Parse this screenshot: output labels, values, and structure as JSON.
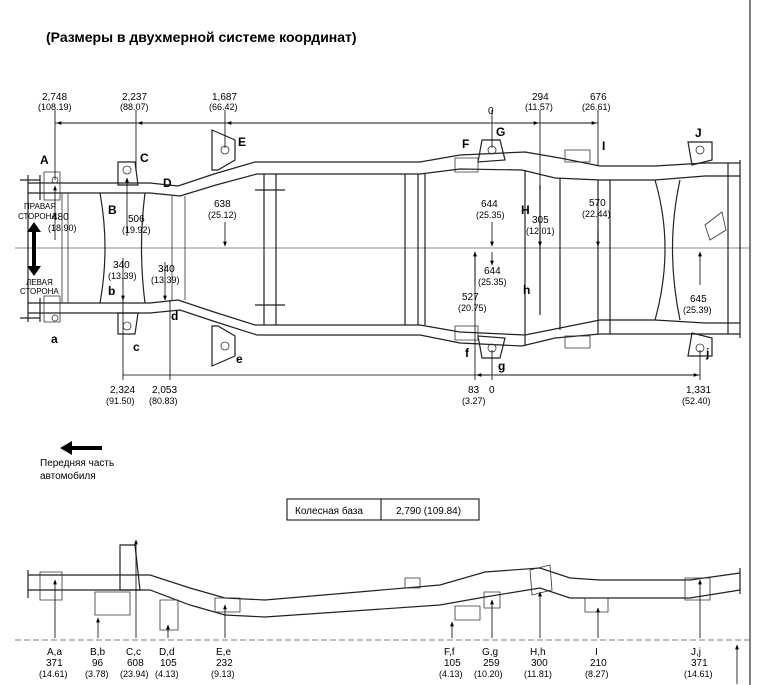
{
  "title": "(Размеры в двухмерной системе координат)",
  "side_labels": {
    "right_side": [
      "ПРАВАЯ",
      "СТОРОНА"
    ],
    "left_side": [
      "ЛЕВАЯ",
      "СТОРОНА"
    ]
  },
  "front_note": [
    "Передняя часть",
    "автомобиля"
  ],
  "wheelbase": {
    "label": "Колесная база",
    "value": "2,790 (109.84)"
  },
  "top_dims": [
    {
      "mm": "2,748",
      "inch": "(108.19)"
    },
    {
      "mm": "2,237",
      "inch": "(88.07)"
    },
    {
      "mm": "1,687",
      "inch": "(66.42)"
    },
    {
      "mm": "0",
      "inch": ""
    },
    {
      "mm": "294",
      "inch": "(11.57)"
    },
    {
      "mm": "676",
      "inch": "(26.61)"
    }
  ],
  "bottom_dims": [
    {
      "mm": "2,324",
      "inch": "(91.50)"
    },
    {
      "mm": "2,053",
      "inch": "(80.83)"
    },
    {
      "mm": "83",
      "inch": "(3.27)"
    },
    {
      "mm": "0",
      "inch": ""
    },
    {
      "mm": "1,331",
      "inch": "(52.40)"
    }
  ],
  "half_width_dims": [
    {
      "mm": "480",
      "inch": "(18.90)"
    },
    {
      "mm": "506",
      "inch": "(19.92)"
    },
    {
      "mm": "340",
      "inch": "(13.39)"
    },
    {
      "mm": "340",
      "inch": "(13.39)"
    },
    {
      "mm": "638",
      "inch": "(25.12)"
    },
    {
      "mm": "644",
      "inch": "(25.35)"
    },
    {
      "mm": "644",
      "inch": "(25.35)"
    },
    {
      "mm": "527",
      "inch": "(20.75)"
    },
    {
      "mm": "305",
      "inch": "(12.01)"
    },
    {
      "mm": "570",
      "inch": "(22.44)"
    },
    {
      "mm": "645",
      "inch": "(25.39)"
    }
  ],
  "points_upper": [
    "A",
    "B",
    "C",
    "D",
    "E",
    "F",
    "G",
    "H",
    "I",
    "J"
  ],
  "points_lower": [
    "a",
    "b",
    "c",
    "d",
    "e",
    "f",
    "g",
    "h",
    "j"
  ],
  "heights": [
    {
      "pair": "A,a",
      "mm": "371",
      "inch": "(14.61)"
    },
    {
      "pair": "B,b",
      "mm": "96",
      "inch": "(3.78)"
    },
    {
      "pair": "C,c",
      "mm": "608",
      "inch": "(23.94)"
    },
    {
      "pair": "D,d",
      "mm": "105",
      "inch": "(4.13)"
    },
    {
      "pair": "E,e",
      "mm": "232",
      "inch": "(9.13)"
    },
    {
      "pair": "F,f",
      "mm": "105",
      "inch": "(4.13)"
    },
    {
      "pair": "G,g",
      "mm": "259",
      "inch": "(10.20)"
    },
    {
      "pair": "H,h",
      "mm": "300",
      "inch": "(11.81)"
    },
    {
      "pair": "I",
      "mm": "210",
      "inch": "(8.27)"
    },
    {
      "pair": "J,j",
      "mm": "371",
      "inch": "(14.61)"
    }
  ]
}
